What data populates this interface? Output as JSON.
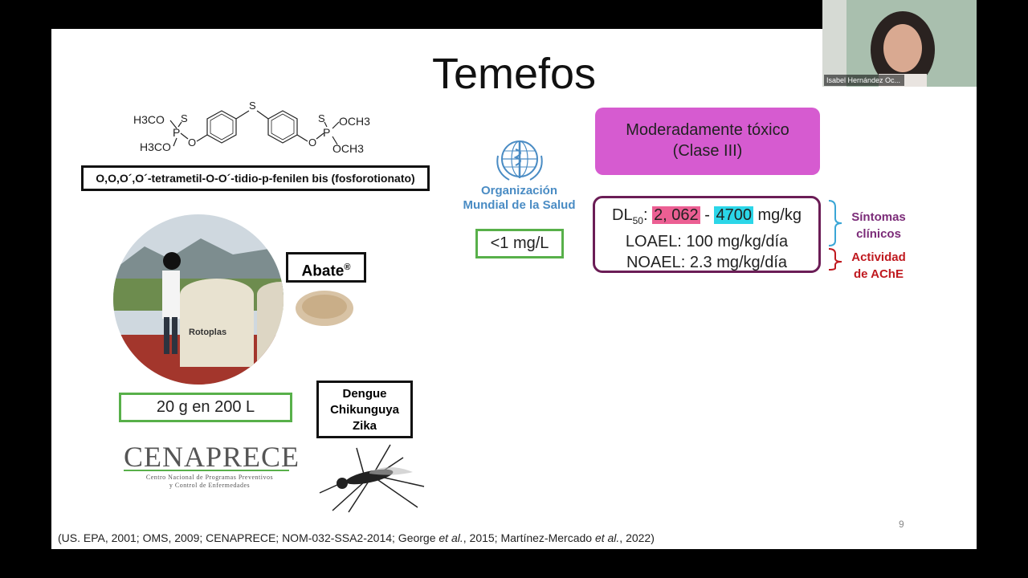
{
  "slide": {
    "title": "Temefos",
    "chem_formula_left_top": "H3CO",
    "chem_formula_left_bottom": "H3CO",
    "chem_formula_right_top": "OCH3",
    "chem_formula_right_bottom": "OCH3",
    "iupac_name": "O,O,O´,O´-tetrametil-O-O´-tidio-p-fenilen bis (fosforotionato)",
    "who_name_line1": "Organización",
    "who_name_line2": "Mundial de la Salud",
    "who_limit": "<1 mg/L",
    "toxicity_line1": "Moderadamente tóxico",
    "toxicity_line2": "(Clase III)",
    "dl50_prefix": "DL",
    "dl50_sub": "50",
    "dl50_colon": ": ",
    "dl50_low": "2, 062",
    "dl50_dash": " - ",
    "dl50_high": "4700",
    "dl50_unit": " mg/kg",
    "loael": "LOAEL: 100 mg/kg/día",
    "noael": "NOAEL: 2.3 mg/kg/día",
    "symptoms_line1": "Síntomas",
    "symptoms_line2": "clínicos",
    "ache_line1": "Actividad",
    "ache_line2": "de AChE",
    "product_name": "Abate",
    "product_reg": "®",
    "tank_brand": "Rotoplas",
    "dose": "20 g en 200 L",
    "disease_1": "Dengue",
    "disease_2": "Chikunguya",
    "disease_3": "Zika",
    "cenaprece_name": "CENAPRECE",
    "cenaprece_sub1": "Centro Nacional de Programas Preventivos",
    "cenaprece_sub2": "y Control de Enfermedades",
    "references_a": "(US. EPA, 2001; OMS, 2009; CENAPRECE; NOM-032-SSA2-2014; George ",
    "references_etal1": "et al.",
    "references_b": ", 2015; Martínez-Mercado ",
    "references_etal2": "et al.",
    "references_c": ", 2022)",
    "page_number": "9"
  },
  "webcam": {
    "participant_name": "Isabel Hernández Oc..."
  },
  "colors": {
    "toxic_box": "#d65bd0",
    "highlight_pink": "#ec5f93",
    "highlight_cyan": "#2bd6e8",
    "green_border": "#58b04a",
    "box_border": "#6b1d56",
    "symptoms_text": "#7b2b78",
    "ache_text": "#c0191f"
  }
}
